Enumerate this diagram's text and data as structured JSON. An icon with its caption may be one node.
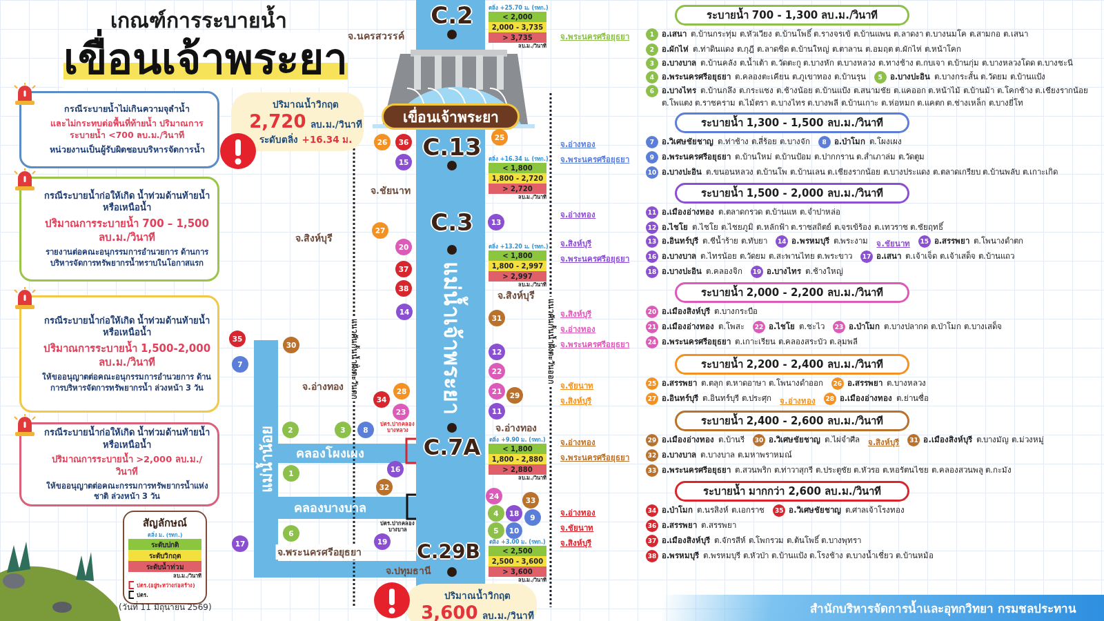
{
  "diagram": {
    "title": "เกณฑ์การระบายน้ำ",
    "nodes": [
      {
        "text": [
          "กรณีระบายน้ำไม่เกินความจุลำน้ำ",
          "และไม่กระทบต่อพื้นที่ท้ายน้ำ ปริมาณการระบายน้ำ <700 ลบ.ม./วินาที",
          "หน่วยงานเป็นผู้รับผิดชอบบริหารจัดการน้ำ"
        ]
      },
      {
        "text": [
          "กรณีระบายน้ำก่อให้เกิด น้ำท่วมด้านท้ายน้ำหรือเหนือน้ำ",
          "ปริมาณการระบายน้ำ 700 – 1,500 ลบ.ม./วินาที",
          "รายงานต่อคณะอนุกรรมการอำนวยการ ด้านการบริหารจัดการทรัพยากรน้ำทราบในโอกาสแรก"
        ]
      },
      {
        "text": [
          "กรณีระบายน้ำก่อให้เกิด น้ำท่วมด้านท้ายน้ำหรือเหนือน้ำ",
          "ปริมาณการระบายน้ำ 1,500-2,000 ลบ.ม./วินาที",
          "ให้ขออนุญาตต่อคณะอนุกรรมการอำนวยการ ด้านการบริหารจัดการทรัพยากรน้ำ ล่วงหน้า 3 วัน"
        ]
      },
      {
        "text": [
          "กรณีระบายน้ำก่อให้เกิด น้ำท่วมด้านท้ายน้ำหรือเหนือน้ำ",
          "ปริมาณการระบายน้ำ >2,000 ลบ.ม./วินาที",
          "ให้ขออนุญาตต่อคณะกรรมการทรัพยากรน้ำแห่งชาติ ล่วงหน้า 3 วัน"
        ]
      },
      {
        "text": [
          "ปริมาณน้ำวิกฤต",
          "2,720",
          "ลบ.ม./วินาที",
          "ระดับตลิ่ง",
          "+16.34 ม."
        ]
      },
      {
        "text": [
          "เขื่อนเจ้าพระยา"
        ]
      },
      {
        "text": [
          "ปริมาณน้ำวิกฤต",
          "3,600",
          "ลบ.ม./วินาที"
        ]
      },
      {
        "text": [
          "1"
        ]
      },
      {
        "text": [
          "2"
        ]
      },
      {
        "text": [
          "3"
        ]
      },
      {
        "text": [
          "4"
        ]
      },
      {
        "text": [
          "5"
        ]
      },
      {
        "text": [
          "6"
        ]
      },
      {
        "text": [
          "7"
        ]
      },
      {
        "text": [
          "8"
        ]
      },
      {
        "text": [
          "9"
        ]
      },
      {
        "text": [
          "10"
        ]
      },
      {
        "text": [
          "11"
        ]
      },
      {
        "text": [
          "12"
        ]
      },
      {
        "text": [
          "13"
        ]
      },
      {
        "text": [
          "14"
        ]
      },
      {
        "text": [
          "15"
        ]
      },
      {
        "text": [
          "16"
        ]
      },
      {
        "text": [
          "17"
        ]
      },
      {
        "text": [
          "18"
        ]
      },
      {
        "text": [
          "19"
        ]
      },
      {
        "text": [
          "20"
        ]
      },
      {
        "text": [
          "21"
        ]
      },
      {
        "text": [
          "22"
        ]
      },
      {
        "text": [
          "23"
        ]
      },
      {
        "text": [
          "24"
        ]
      },
      {
        "text": [
          "25"
        ]
      },
      {
        "text": [
          "26"
        ]
      },
      {
        "text": [
          "27"
        ]
      },
      {
        "text": [
          "28"
        ]
      },
      {
        "text": [
          "29"
        ]
      },
      {
        "text": [
          "30"
        ]
      },
      {
        "text": [
          "31"
        ]
      },
      {
        "text": [
          "32"
        ]
      },
      {
        "text": [
          "33"
        ]
      },
      {
        "text": [
          "34"
        ]
      },
      {
        "text": [
          "35"
        ]
      },
      {
        "text": [
          "36"
        ]
      },
      {
        "text": [
          "37"
        ]
      },
      {
        "text": [
          "38"
        ]
      },
      {
        "text": [
          "ระบายน้ำ 700 - 1,300 ลบ.ม./วินาที"
        ]
      },
      {
        "text": [
          "1",
          "อ.เสนา",
          "ต.บ้านกระทุ่ม ต.หัวเวียง ต.บ้านโพธิ์ ต.รางจรเข้ ต.บ้านแพน ต.ลาดงา ต.บางนมโค ต.สามกอ ต.เสนา"
        ]
      },
      {
        "text": [
          "2",
          "อ.ผักไห่",
          "ต.ท่าดินแดง ต.กุฎี ต.ลาดชิด ต.บ้านใหญ่ ต.ตาลาน ต.อมฤต ต.ผักไห่ ต.หน้าโคก"
        ]
      },
      {
        "text": [
          "3",
          "อ.บางบาล",
          "ต.บ้านคลัง ต.น้ำเต้า ต.วัดตะกู ต.บางหัก ต.บางหลวง ต.ทางช้าง ต.กบเจา ต.บ้านกุ่ม ต.บางหลวงโดด ต.บางชะนี"
        ]
      },
      {
        "text": [
          "4",
          "อ.พระนครศรีอยุธยา",
          "ต.คลองตะเคียน ต.ภูเขาทอง ต.บ้านรุน"
        ]
      },
      {
        "text": [
          "5",
          "อ.บางปะอิน",
          "ต.บางกระสั้น ต.วัดยม ต.บ้านแป้ง"
        ]
      },
      {
        "text": [
          "6",
          "อ.บางไทร",
          "ต.บ้านกลึง ต.กระแชง ต.ช้างน้อย ต.บ้านแป้ง ต.สนามชัย ต.แคออก ต.หน้าไม้ ต.บ้านม้า ต.โคกช้าง ต.เชียงรากน้อย ต.โพแตง ต.ราชคราม ต.ไม้ตรา ต.บางไทร ต.บางพลี ต.บ้านเกาะ ต.ห่อหมก ต.แคตก ต.ช่างเหล็ก ต.บางยี่โท"
        ]
      },
      {
        "text": [
          "ระบายน้ำ 1,300 - 1,500 ลบ.ม./วินาที"
        ]
      },
      {
        "text": [
          "7",
          "อ.วิเศษชัยชาญ",
          "ต.ท่าช้าง ต.สี่ร้อย ต.บางจัก"
        ]
      },
      {
        "text": [
          "8",
          "อ.ป่าโมก",
          "ต.โผงเผง"
        ]
      },
      {
        "text": [
          "9",
          "อ.พระนครศรีอยุธยา",
          "ต.บ้านใหม่ ต.บ้านป้อม ต.ปากกราน ต.สำเภาล่ม ต.วัดตูม"
        ]
      },
      {
        "text": [
          "10",
          "อ.บางปะอิน",
          "ต.ขนอนหลวง ต.บ้านโพ ต.บ้านเลน ต.เชียงรากน้อย ต.บางประแดง ต.ตลาดเกรียบ ต.บ้านพลับ ต.เกาะเกิด"
        ]
      },
      {
        "text": [
          "ระบายน้ำ 1,500 - 2,000 ลบ.ม./วินาที"
        ]
      },
      {
        "text": [
          "11",
          "อ.เมืองอ่างทอง",
          "ต.ตลาดกรวด ต.บ้านแห ต.จำปาหล่อ"
        ]
      },
      {
        "text": [
          "12",
          "อ.ไชโย",
          "ต.ไชโย ต.ไชยภูมิ ต.หลักฟ้า ต.ราชสถิตย์ ต.จรเข้ร้อง ต.เทวราช ต.ชัยฤทธิ์"
        ]
      },
      {
        "text": [
          "13",
          "อ.อินทร์บุรี",
          "ต.ชีน้ำร้าย ต.ทับยา"
        ]
      },
      {
        "text": [
          "14",
          "อ.พรหมบุรี",
          "ต.พระงาม"
        ]
      },
      {
        "text": [
          "15",
          "อ.สรรพยา",
          "ต.โพนางดำตก"
        ]
      },
      {
        "text": [
          "16",
          "อ.บางบาล",
          "ต.ไทรน้อย ต.วัดยม ต.สะพานไทย ต.พระขาว"
        ]
      },
      {
        "text": [
          "17",
          "อ.เสนา",
          "ต.เจ้าเจ็ด ต.เจ้าเสด็จ ต.บ้านแถว"
        ]
      },
      {
        "text": [
          "18",
          "อ.บางปะอิน",
          "ต.คลองจิก"
        ]
      },
      {
        "text": [
          "19",
          "อ.บางไทร",
          "ต.ช้างใหญ่"
        ]
      },
      {
        "text": [
          "ระบายน้ำ 2,000 - 2,200 ลบ.ม./วินาที"
        ]
      },
      {
        "text": [
          "20",
          "อ.เมืองสิงห์บุรี",
          "ต.บางกระบือ"
        ]
      },
      {
        "text": [
          "21",
          "อ.เมืองอ่างทอง",
          "ต.โพสะ"
        ]
      },
      {
        "text": [
          "22",
          "อ.ไชโย",
          "ต.ชะไว"
        ]
      },
      {
        "text": [
          "23",
          "อ.ป่าโมก",
          "ต.บางปลากด ต.ป่าโมก ต.บางเสด็จ"
        ]
      },
      {
        "text": [
          "24",
          "อ.พระนครศรีอยุธยา",
          "ต.เกาะเรียน ต.คลองสระบัว ต.ลุมพลี"
        ]
      },
      {
        "text": [
          "ระบายน้ำ 2,200 - 2,400 ลบ.ม./วินาที"
        ]
      },
      {
        "text": [
          "25",
          "อ.สรรพยา",
          "ต.ตลุก ต.หาดอาษา ต.โพนางดำออก"
        ]
      },
      {
        "text": [
          "26",
          "อ.สรรพยา",
          "ต.บางหลวง"
        ]
      },
      {
        "text": [
          "27",
          "อ.อินทร์บุรี",
          "ต.อินทร์บุรี ต.ประศุก"
        ]
      },
      {
        "text": [
          "28",
          "อ.เมืองอ่างทอง",
          "ต.ย่านซื่อ"
        ]
      },
      {
        "text": [
          "ระบายน้ำ 2,400 - 2,600 ลบ.ม./วินาที"
        ]
      },
      {
        "text": [
          "29",
          "อ.เมืองอ่างทอง",
          "ต.บ้านรี"
        ]
      },
      {
        "text": [
          "30",
          "อ.วิเศษชัยชาญ",
          "ต.ไผ่จำศีล"
        ]
      },
      {
        "text": [
          "31",
          "อ.เมืองสิงห์บุรี",
          "ต.บางมัญ ต.ม่วงหมู่"
        ]
      },
      {
        "text": [
          "32",
          "อ.บางบาล",
          "ต.บางบาล ต.มหาพราหมณ์"
        ]
      },
      {
        "text": [
          "33",
          "อ.พระนครศรีอยุธยา",
          "ต.สวนพริก ต.ท่าวาสุกรี ต.ประตูชัย ต.หัวรอ ต.หอรัตนไชย ต.คลองสวนพลู ต.กะมัง"
        ]
      },
      {
        "text": [
          "ระบายน้ำ มากกว่า 2,600 ลบ.ม./วินาที"
        ]
      },
      {
        "text": [
          "34",
          "อ.ป่าโมก",
          "ต.นรสิงห์ ต.เอกราช"
        ]
      },
      {
        "text": [
          "35",
          "อ.วิเศษชัยชาญ",
          "ต.ศาลเจ้าโรงทอง"
        ]
      },
      {
        "text": [
          "36",
          "อ.สรรพยา",
          "ต.สรรพยา"
        ]
      },
      {
        "text": [
          "37",
          "อ.เมืองสิงห์บุรี",
          "ต.จักรสีห์ ต.โพกรวม ต.ต้นโพธิ์ ต.บางพุทรา"
        ]
      },
      {
        "text": [
          "38",
          "อ.พรหมบุรี",
          "ต.พรหมบุรี ต.หัวป่า ต.บ้านแป้ง ต.โรงช้าง ต.บางน้ำเชี่ยว ต.บ้านหม้อ"
        ]
      }
    ],
    "labels": [
      "เขื่อนเจ้าพระยา",
      "C.2",
      "ตลิ่ง +25.70 ม. (รทก.)",
      "< 2,000",
      "2,000 - 3,735",
      "> 3,735",
      "ลบ.ม./วินาที",
      "จ.นครสวรรค์",
      "C.13",
      "ตลิ่ง +16.34 ม. (รทก.)",
      "< 1,800",
      "1,800 - 2,720",
      "> 2,720",
      "ลบ.ม./วินาที",
      "จ.ชัยนาท",
      "C.3",
      "จ.สิงห์บุรี",
      "ตลิ่ง +13.20 ม. (รทก.)",
      "< 1,800",
      "1,800 - 2,997",
      "> 2,997",
      "ลบ.ม./วินาที",
      "จ.สิงห์บุรี",
      "แม่น้ำเจ้าพระยา",
      "แนวคันกั้นน้ำฝั่งตะวันตก",
      "แนวคันกั้นน้ำฝั่งตะวันออก",
      "แม่น้ำน้อย",
      "จ.อ่างทอง",
      "ปตร.ปากคลองบางหลวง",
      "จ.อ่างทอง",
      "ตลิ่ง +9.90 ม. (รทก.)",
      "C.7A",
      "< 1,800",
      "1,800 - 2,880",
      "> 2,880",
      "ลบ.ม./วินาที",
      "คลองโผงเผง",
      "คลองบางบาล",
      "ปตร.ปากคลองบางบาล",
      "C.29B",
      "ตลิ่ง +3.00 ม. (รทก.)",
      "< 2,500",
      "2,500 - 3,600",
      "> 3,600",
      "ลบ.ม./วินาที",
      "จ.พระนครศรีอยุธยา",
      "จ.ปทุมธานี",
      "สัญลักษณ์",
      "ตลิ่ง ม. (รทก.)",
      "ลบ.ม./วินาที",
      "(วันที่ 11 มิถุนายน 2569)",
      "สำนักบริหารจัดการน้ำและอุทกวิทยา กรมชลประทาน",
      "จ.พระนครศรีอยุธยา",
      "จ.อ่างทอง",
      "จ.พระนครศรีอยุธยา",
      "จ.อ่างทอง",
      "จ.สิงห์บุรี",
      "จ.ชัยนาท",
      "จ.พระนครศรีอยุธยา",
      "จ.สิงห์บุรี",
      "จ.อ่างทอง",
      "จ.พระนครศรีอยุธยา",
      "จ.ชัยนาท",
      "จ.สิงห์บุรี",
      "จ.อ่างทอง",
      "จ.อ่างทอง",
      "จ.สิงห์บุรี",
      "จ.พระนครศรีอยุธยา",
      "จ.อ่างทอง",
      "จ.ชัยนาท",
      "จ.สิงห์บุรี"
    ],
    "legend": [
      {
        "text": "ระดับปกติ",
        "color": "#8cc63f"
      },
      {
        "text": "ระดับวิกฤต",
        "color": "#f3e03f"
      },
      {
        "text": "ระดับน้ำท่วม",
        "color": "#e0606a"
      },
      {
        "text": "ปตร.(อยู่ระหว่างก่อสร้าง)"
      },
      {
        "text": "ปตร."
      }
    ]
  }
}
